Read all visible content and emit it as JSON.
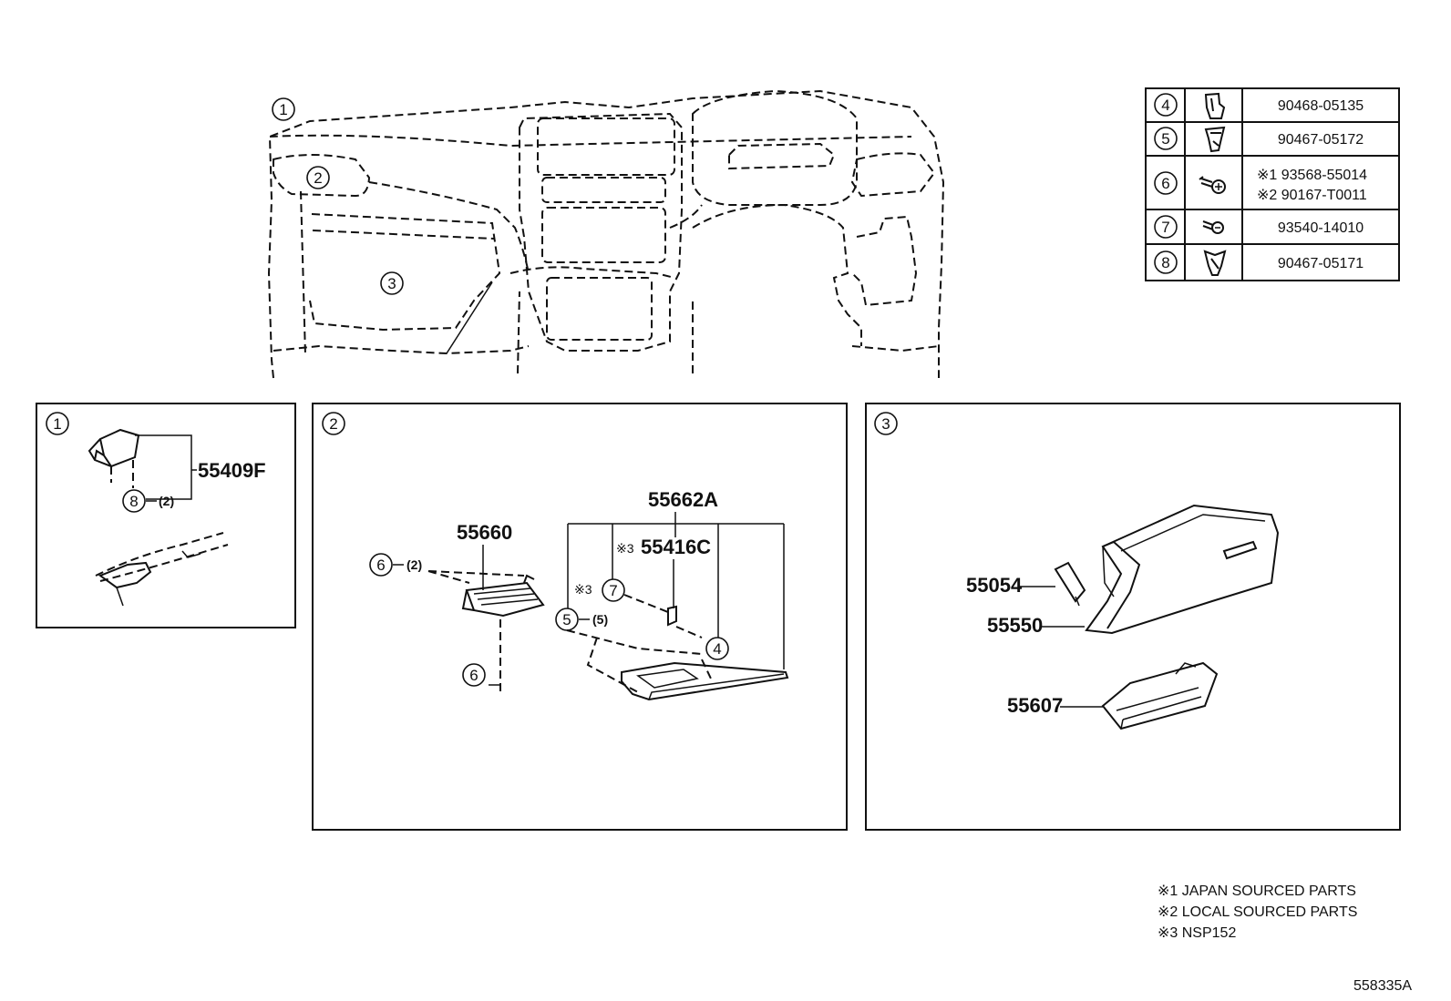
{
  "dashboard": {
    "callouts": [
      "1",
      "2",
      "3"
    ]
  },
  "fastener_table": [
    {
      "no": "4",
      "icon": "clip-icon",
      "parts": [
        "90468-05135"
      ]
    },
    {
      "no": "5",
      "icon": "clip-icon",
      "parts": [
        "90467-05172"
      ]
    },
    {
      "no": "6",
      "icon": "screw-icon",
      "parts": [
        "※1 93568-55014",
        "※2 90167-T0011"
      ]
    },
    {
      "no": "7",
      "icon": "screw-icon",
      "parts": [
        "93540-14010"
      ]
    },
    {
      "no": "8",
      "icon": "clip-icon",
      "parts": [
        "90467-05171"
      ]
    }
  ],
  "panel1": {
    "no": "1",
    "part": "55409F",
    "fastener_no": "8",
    "fastener_qty": "(2)"
  },
  "panel2": {
    "no": "2",
    "parts": {
      "p55660": "55660",
      "p55662A": "55662A",
      "p55416C": "55416C"
    },
    "marks": {
      "m3a": "※3",
      "m3b": "※3"
    },
    "fasteners": {
      "f6a": "6",
      "f6a_qty": "(2)",
      "f7": "7",
      "f5": "5",
      "f5_qty": "(5)",
      "f4": "4",
      "f6b": "6"
    }
  },
  "panel3": {
    "no": "3",
    "parts": {
      "p55054": "55054",
      "p55550": "55550",
      "p55607": "55607"
    }
  },
  "notes": [
    "※1 JAPAN SOURCED PARTS",
    "※2 LOCAL SOURCED PARTS",
    "※3 NSP152"
  ],
  "diagram_code": "558335A"
}
